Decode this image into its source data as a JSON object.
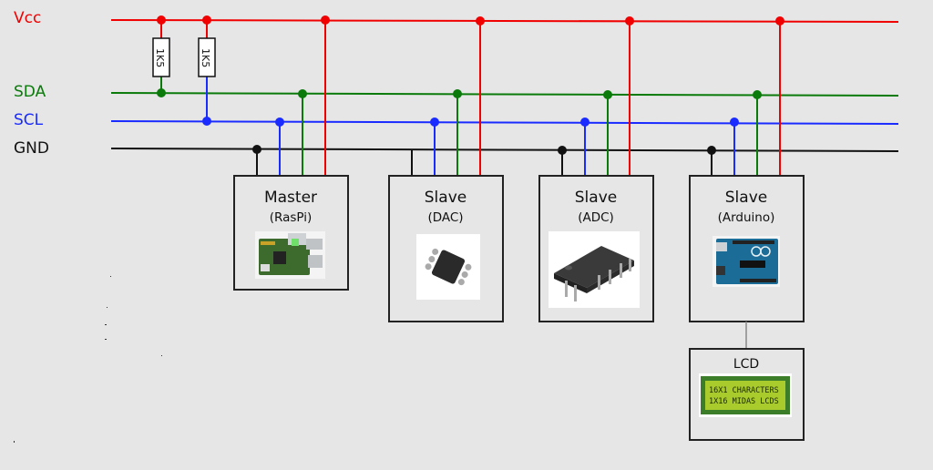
{
  "colors": {
    "vcc": "#f00000",
    "sda": "#0a7a0a",
    "scl": "#1a2bff",
    "gnd": "#111111"
  },
  "buses": {
    "vcc": "Vcc",
    "sda": "SDA",
    "scl": "SCL",
    "gnd": "GND"
  },
  "resistors": [
    {
      "label": "1K5"
    },
    {
      "label": "1K5"
    }
  ],
  "devices": [
    {
      "title": "Master",
      "subtitle": "(RasPi)",
      "icon": "raspberry-pi-board-icon"
    },
    {
      "title": "Slave",
      "subtitle": "(DAC)",
      "icon": "dac-chip-icon"
    },
    {
      "title": "Slave",
      "subtitle": "(ADC)",
      "icon": "adc-dip-chip-icon"
    },
    {
      "title": "Slave",
      "subtitle": "(Arduino)",
      "icon": "arduino-board-icon"
    }
  ],
  "lcd": {
    "title": "LCD",
    "screen_lines": [
      "16X1 CHARACTERS",
      "1X16  MIDAS LCDS"
    ],
    "icon": "lcd-module-icon"
  }
}
